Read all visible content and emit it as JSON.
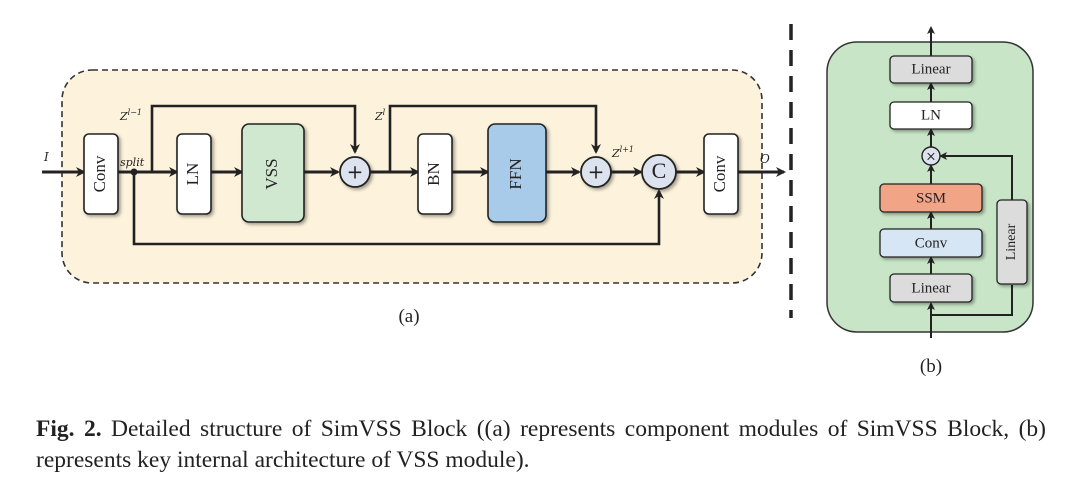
{
  "panel_a": {
    "label": "(a)",
    "input_label": "I",
    "output_label": "O",
    "split_label": "split",
    "z_prev": "Z",
    "z_prev_sup": "l−1",
    "z_curr": "Z",
    "z_curr_sup": "l",
    "z_next": "Z",
    "z_next_sup": "l+1",
    "blocks": {
      "conv_in": "Conv",
      "ln": "LN",
      "vss": "VSS",
      "bn": "BN",
      "ffn": "FFN",
      "conv_out": "Conv"
    },
    "ops": {
      "add1": "+",
      "add2": "+",
      "concat": "C"
    }
  },
  "panel_b": {
    "label": "(b)",
    "blocks": {
      "linear_top": "Linear",
      "ln": "LN",
      "multiply": "×",
      "ssm": "SSM",
      "conv": "Conv",
      "linear_bottom": "Linear",
      "linear_side": "Linear"
    }
  },
  "caption": {
    "prefix": "Fig. 2.",
    "text": " Detailed structure of SimVSS Block ((a) represents component modules of SimVSS Block, (b) represents key internal architecture of VSS module)."
  },
  "colors": {
    "panel_a_bg": "#fdf3dc",
    "panel_b_bg": "#c8e6c7",
    "vss_fill": "#cfe8cf",
    "ffn_fill": "#a9cbea",
    "ssm_fill": "#f2a486",
    "conv_b_fill": "#d6e6f4",
    "linear_fill": "#dcdcdc",
    "op_fill": "#dde3ee"
  }
}
